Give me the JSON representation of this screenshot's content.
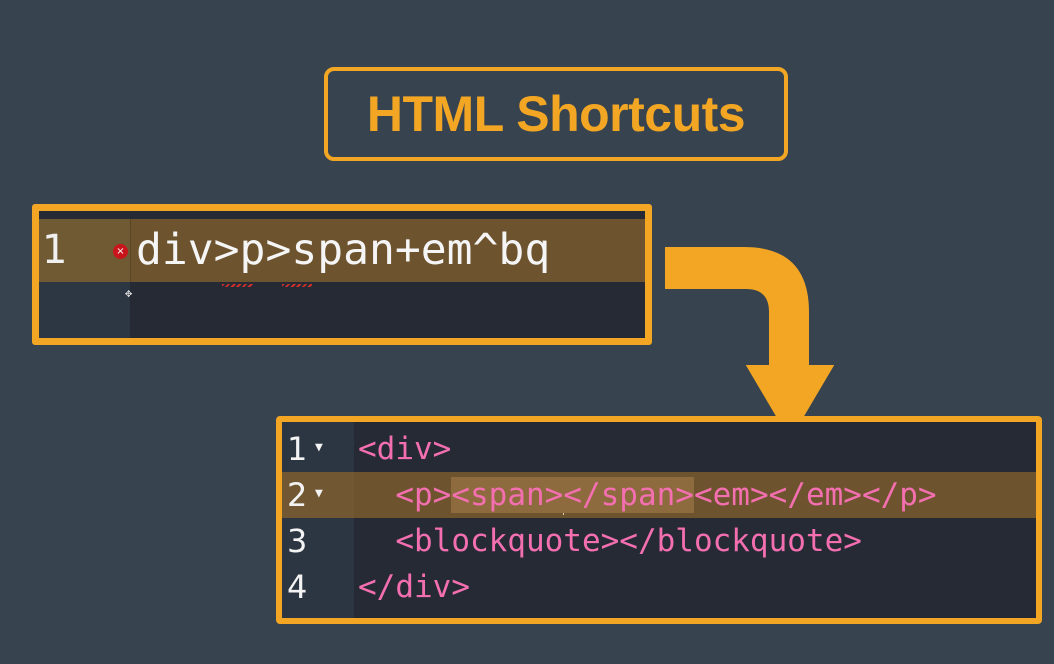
{
  "title": "HTML Shortcuts",
  "colors": {
    "background": "#37434f",
    "accent": "#f2a623",
    "editor_bg": "#262a35",
    "line_highlight": "#6e542e",
    "tag_color": "#f36fb0",
    "error": "#c8151c"
  },
  "input_editor": {
    "line_number": "1",
    "error_icon": "×",
    "code": "div>p>span+em^bq"
  },
  "arrow": {
    "icon": "curved-down-arrow"
  },
  "output_editor": {
    "lines": [
      {
        "number": "1",
        "fold": "▼",
        "code": "<div>"
      },
      {
        "number": "2",
        "fold": "▼",
        "indent": "  ",
        "pre": "<p>",
        "span_open": "<span>",
        "span_close": "</span>",
        "post": "<em></em></p>"
      },
      {
        "number": "3",
        "fold": "",
        "code": "  <blockquote></blockquote>"
      },
      {
        "number": "4",
        "fold": "",
        "code": "</div>"
      }
    ]
  }
}
